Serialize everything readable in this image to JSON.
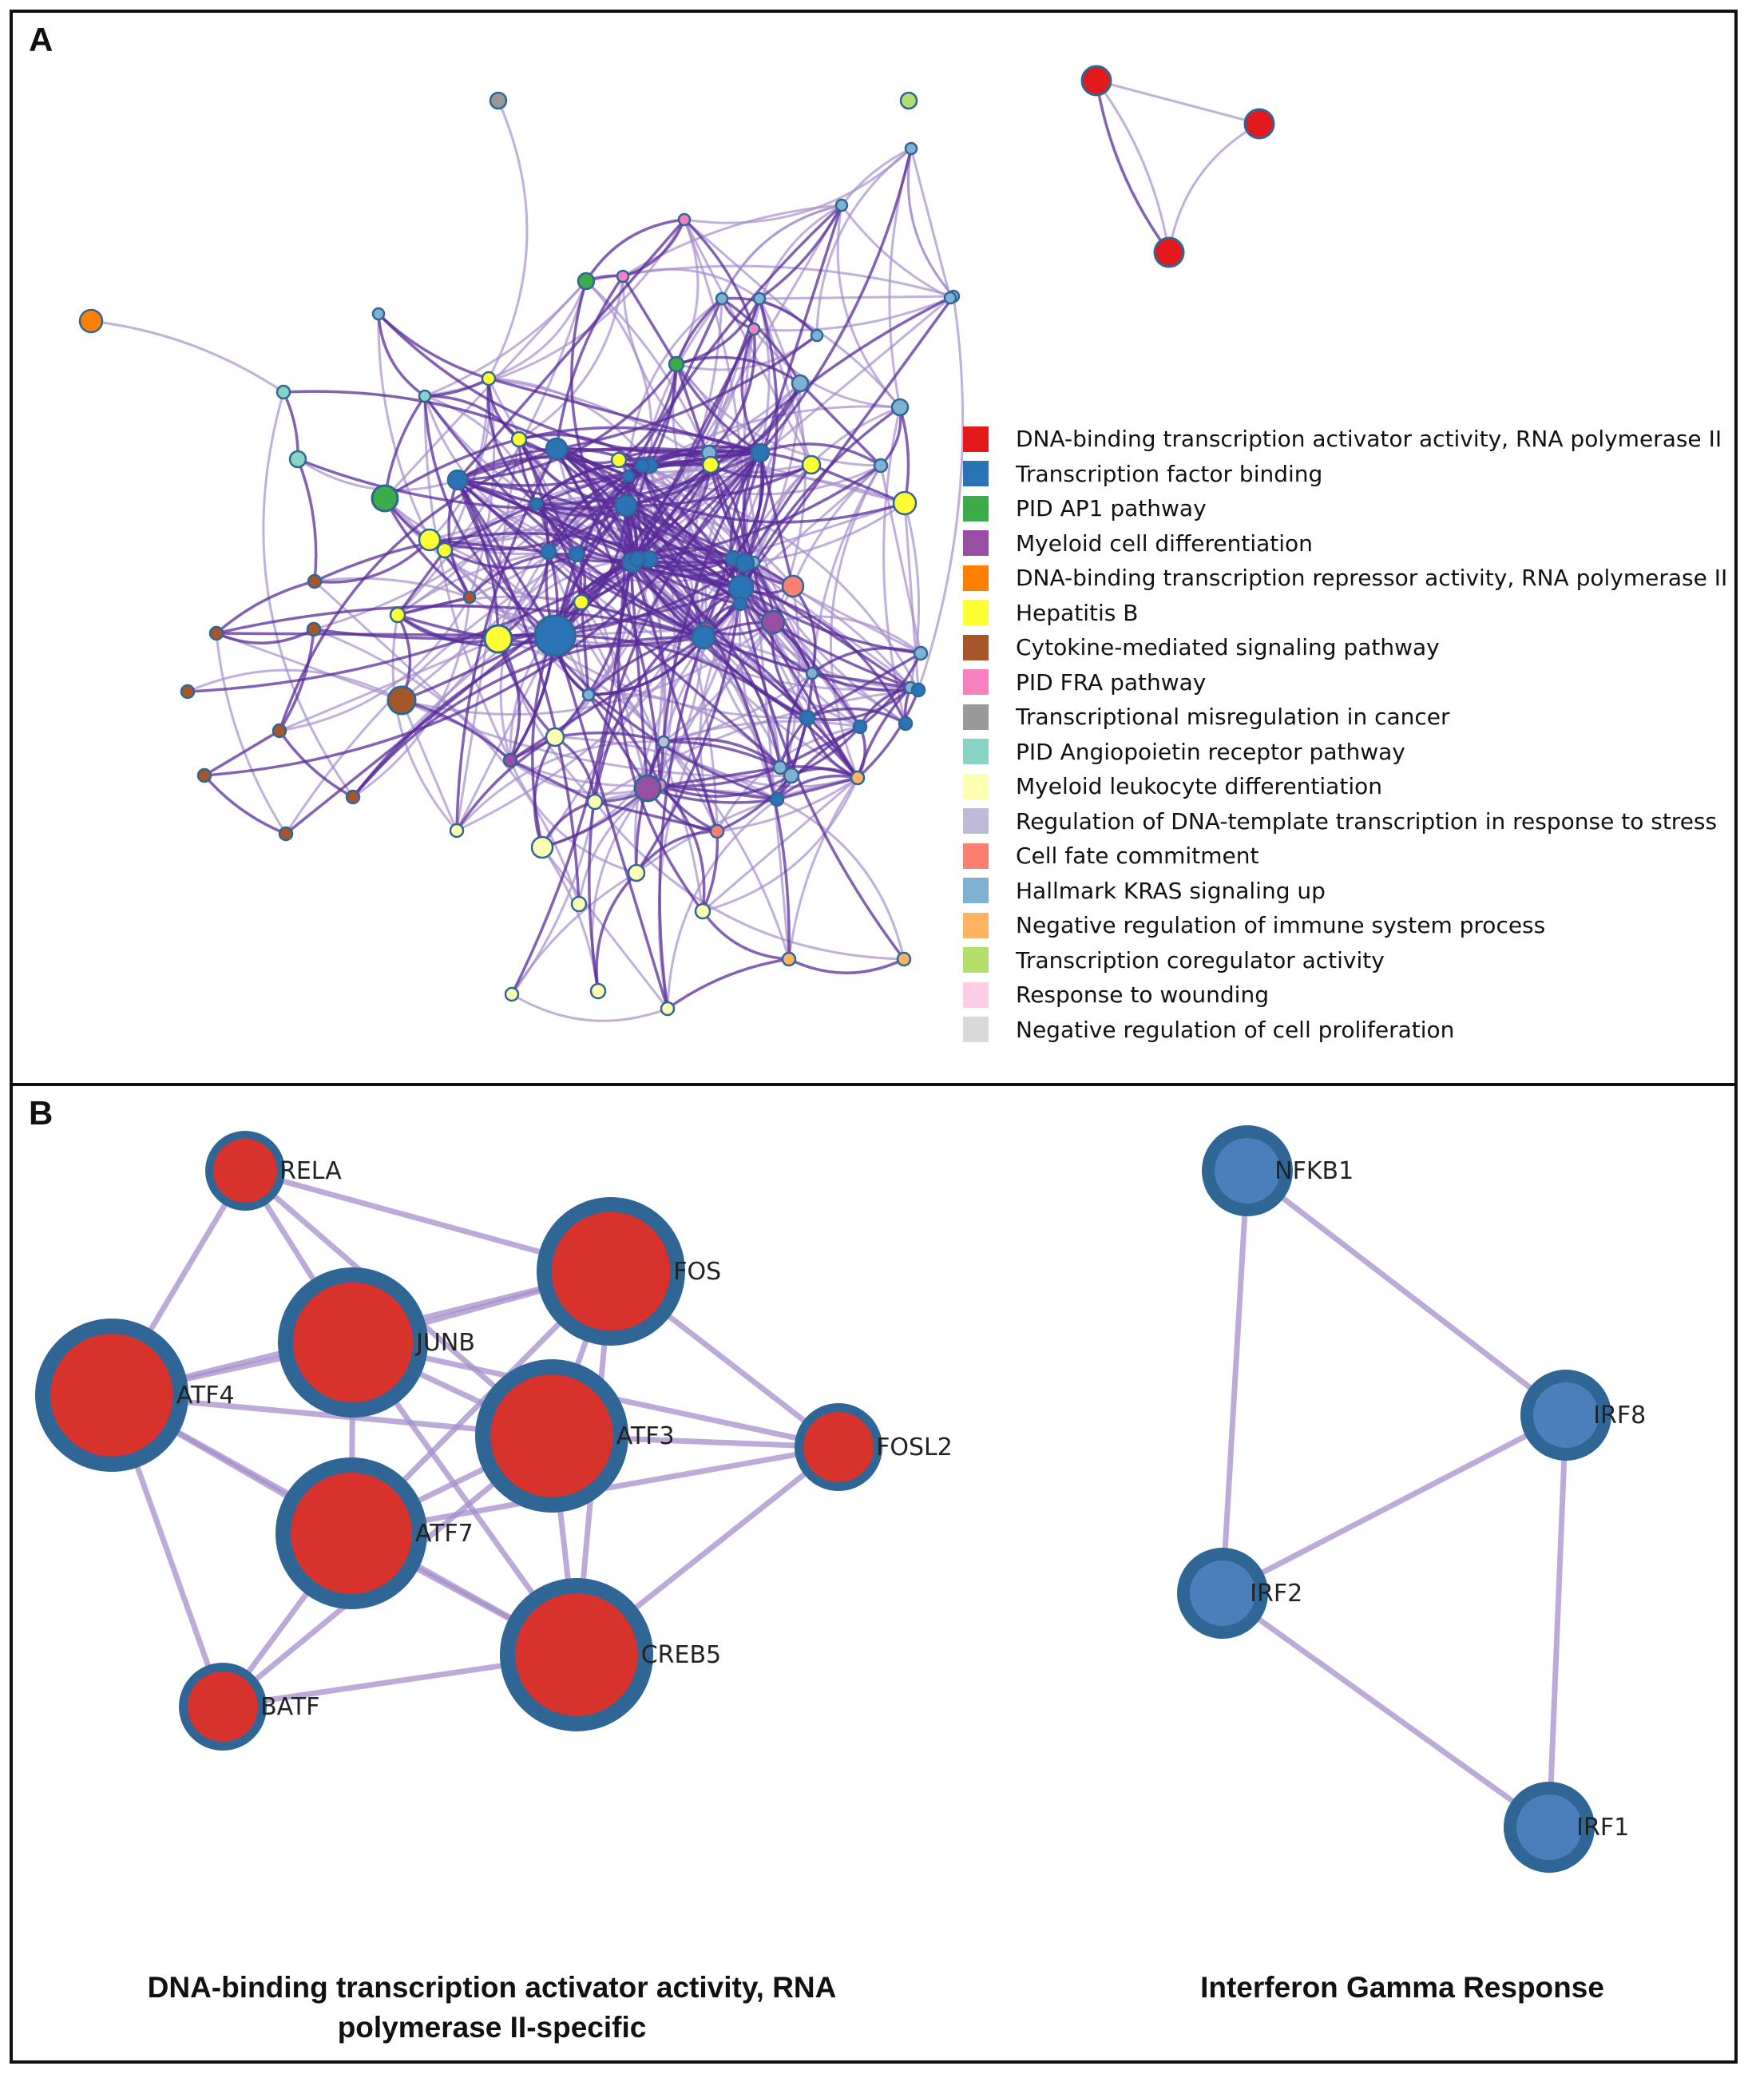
{
  "panel_a": {
    "label": "A",
    "legend": [
      {
        "label": "DNA-binding transcription activator activity, RNA polymerase II",
        "color": "#e31a1c"
      },
      {
        "label": "Transcription factor binding",
        "color": "#2a73b5"
      },
      {
        "label": "PID AP1 pathway",
        "color": "#3cab4a"
      },
      {
        "label": "Myeloid cell differentiation",
        "color": "#984ea3"
      },
      {
        "label": "DNA-binding transcription repressor activity, RNA polymerase II",
        "color": "#ff7f00"
      },
      {
        "label": "Hepatitis B",
        "color": "#ffff33"
      },
      {
        "label": "Cytokine-mediated signaling pathway",
        "color": "#a65628"
      },
      {
        "label": "PID FRA pathway",
        "color": "#f781bf"
      },
      {
        "label": "Transcriptional misregulation in cancer",
        "color": "#999999"
      },
      {
        "label": "PID Angiopoietin receptor pathway",
        "color": "#88d3c3"
      },
      {
        "label": "Myeloid leukocyte differentiation",
        "color": "#ffffb3"
      },
      {
        "label": "Regulation of DNA-template transcription in response to stress",
        "color": "#bebada"
      },
      {
        "label": "Cell fate commitment",
        "color": "#fb8072"
      },
      {
        "label": "Hallmark KRAS signaling up",
        "color": "#80b1d3"
      },
      {
        "label": "Negative regulation of immune system process",
        "color": "#fdb462"
      },
      {
        "label": "Transcription coregulator activity",
        "color": "#b3de69"
      },
      {
        "label": "Response to wounding",
        "color": "#fccde5"
      },
      {
        "label": "Negative regulation of cell proliferation",
        "color": "#d9d9d9"
      }
    ]
  },
  "panel_b": {
    "label": "B",
    "left_network": {
      "title": "DNA-binding transcription activator activity, RNA polymerase II-specific",
      "nodes": [
        "RELA",
        "FOS",
        "JUNB",
        "ATF4",
        "ATF3",
        "FOSL2",
        "ATF7",
        "CREB5",
        "BATF"
      ]
    },
    "right_network": {
      "title": "Interferon Gamma Response",
      "nodes": [
        "NFKB1",
        "IRF8",
        "IRF2",
        "IRF1"
      ]
    }
  },
  "colors": {
    "edge": "#a58fcc",
    "dense_edge": "#5a2c9a",
    "node_border": "#2f6696",
    "node_red": "#d7322b",
    "node_blue": "#4a7fbb"
  }
}
